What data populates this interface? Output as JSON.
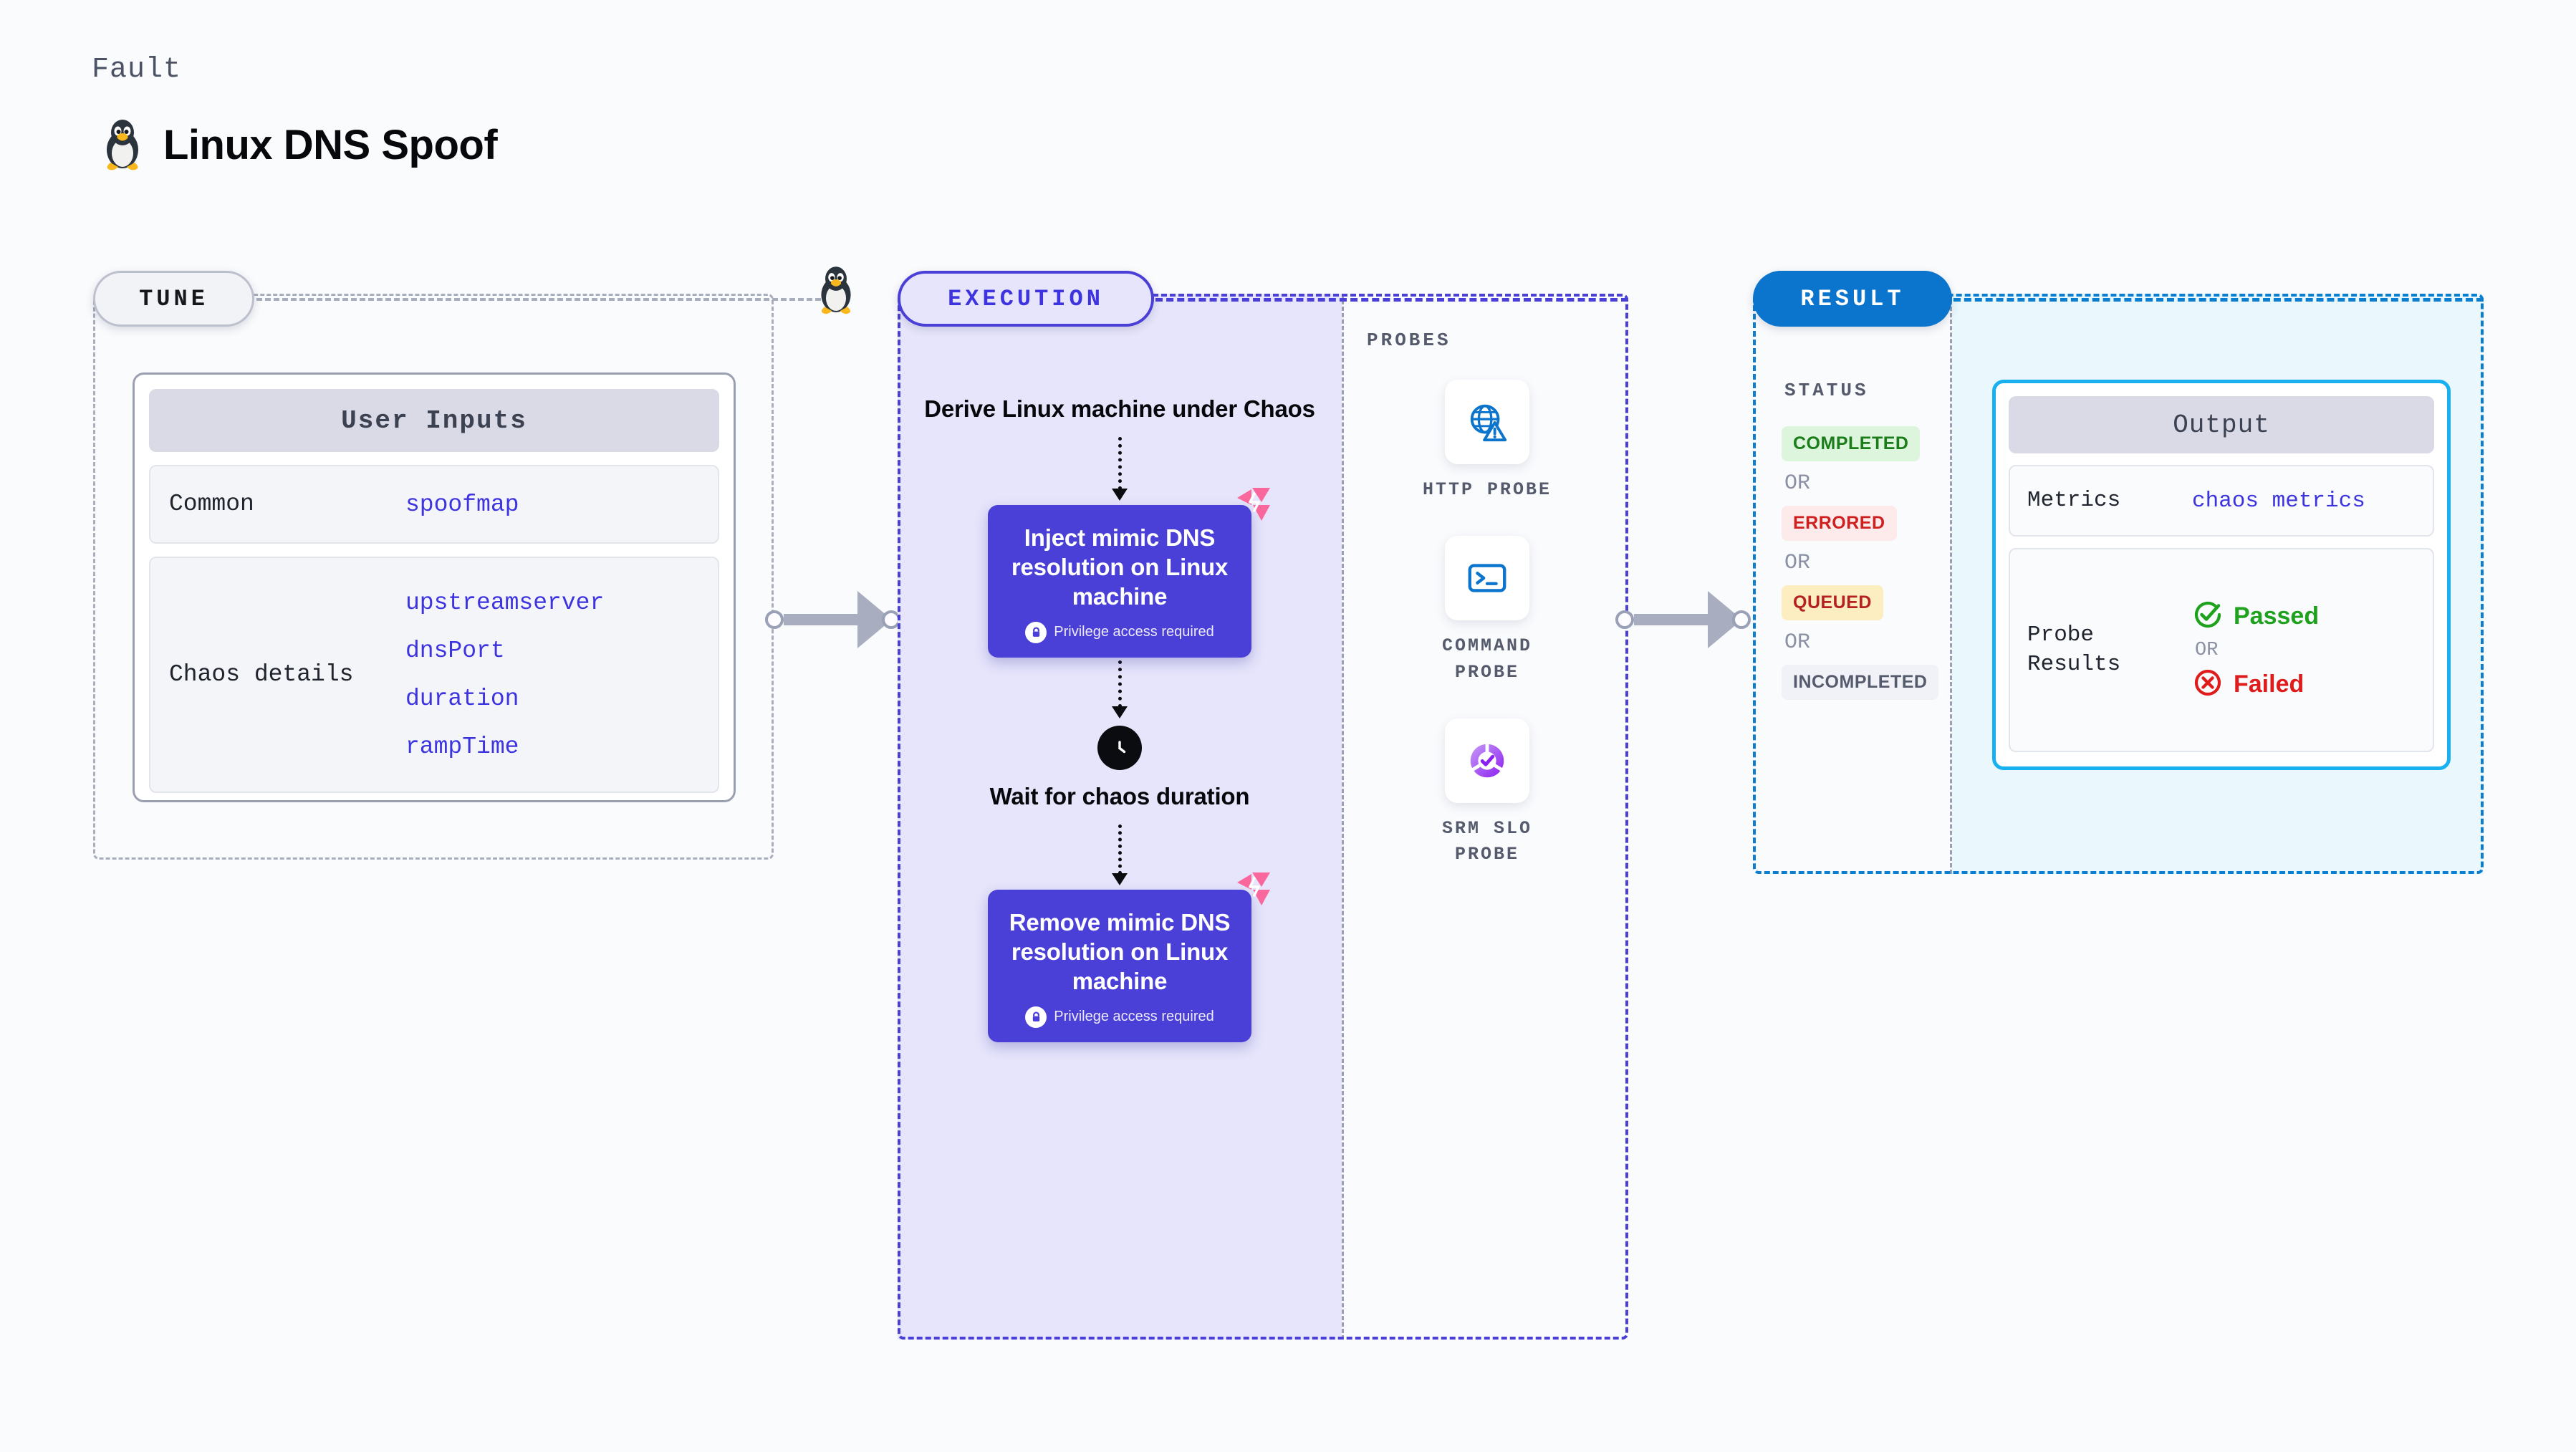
{
  "header": {
    "kicker": "Fault",
    "title": "Linux DNS Spoof",
    "icon": "linux-penguin-icon"
  },
  "colors": {
    "page_bg": "#fafbfd",
    "tune_border": "#a9aebe",
    "execution_accent": "#4a3fd6",
    "execution_bg": "#e6e5fb",
    "result_accent": "#0b7ed0",
    "result_pill_bg": "#0b74cc",
    "output_bg": "#eaf8fd",
    "output_card_border": "#19b0ef",
    "code_value": "#3d34e0",
    "chaos_badge": "#f9679d",
    "passed_green": "#1ea21e",
    "failed_red": "#e01b1b"
  },
  "tune": {
    "pill_label": "TUNE",
    "icon": "linux-penguin-icon",
    "card_title": "User Inputs",
    "rows": [
      {
        "key": "Common",
        "values": [
          "spoofmap"
        ]
      },
      {
        "key": "Chaos details",
        "values": [
          "upstreamserver",
          "dnsPort",
          "duration",
          "rampTime"
        ]
      }
    ]
  },
  "execution": {
    "pill_label": "EXECUTION",
    "steps": [
      {
        "type": "text",
        "label": "Derive Linux machine under Chaos"
      },
      {
        "type": "action",
        "label": "Inject mimic DNS resolution on Linux machine",
        "privilege": "Privilege access required",
        "badge": "chaos-badge-icon",
        "lock": "lock-icon"
      },
      {
        "type": "wait",
        "label": "Wait for chaos duration",
        "icon": "clock-icon"
      },
      {
        "type": "action",
        "label": "Remove mimic DNS resolution on Linux machine",
        "privilege": "Privilege access required",
        "badge": "chaos-badge-icon",
        "lock": "lock-icon"
      }
    ]
  },
  "probes": {
    "label": "PROBES",
    "items": [
      {
        "name": "HTTP PROBE",
        "icon": "globe-warning-icon"
      },
      {
        "name": "COMMAND PROBE",
        "icon": "terminal-icon"
      },
      {
        "name": "SRM SLO PROBE",
        "icon": "srm-slo-check-icon"
      }
    ]
  },
  "result": {
    "pill_label": "RESULT",
    "status_label": "STATUS",
    "or_label": "OR",
    "statuses": [
      {
        "label": "COMPLETED",
        "bg": "#ddf4dd",
        "fg": "#1a7d1a"
      },
      {
        "label": "ERRORED",
        "bg": "#fdeaea",
        "fg": "#cf2020"
      },
      {
        "label": "QUEUED",
        "bg": "#fdeec2",
        "fg": "#b52020"
      },
      {
        "label": "INCOMPLETED",
        "bg": "#f1f2f7",
        "fg": "#555b6c"
      }
    ],
    "output": {
      "title": "Output",
      "metrics_key": "Metrics",
      "metrics_value": "chaos metrics",
      "probe_key": "Probe Results",
      "passed_label": "Passed",
      "failed_label": "Failed",
      "or_label": "OR",
      "passed_icon": "check-circle-icon",
      "failed_icon": "x-circle-icon"
    }
  }
}
